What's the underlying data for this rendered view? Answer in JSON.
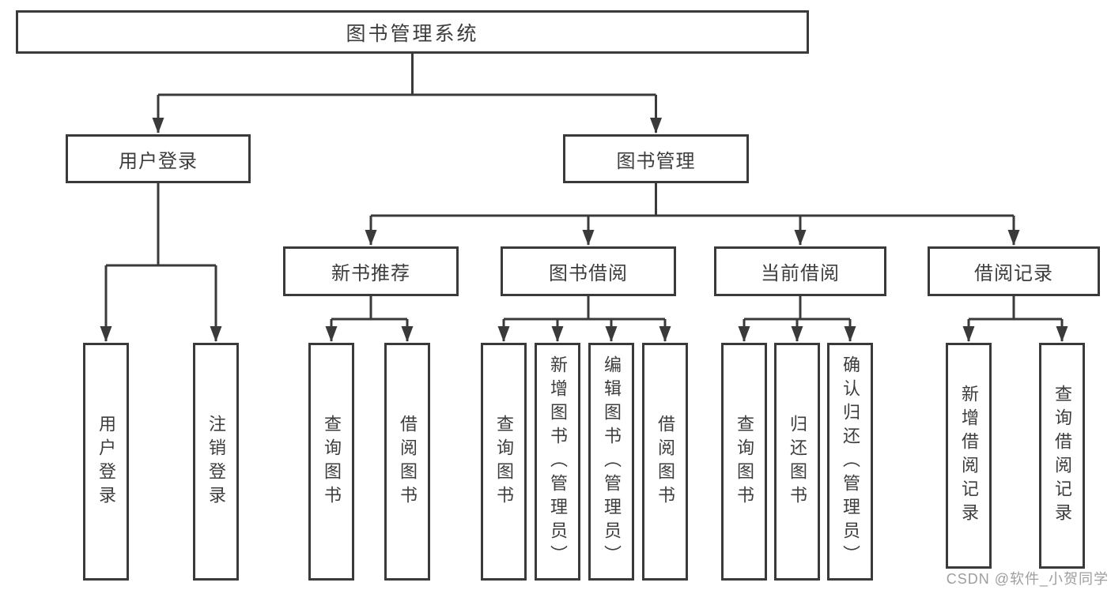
{
  "diagram_title": "图书管理系统",
  "style": {
    "line_color": "#3a3a3a",
    "box_border_color": "#3a3a3a",
    "box_background": "#ffffff",
    "text_color": "#3d3d3d",
    "watermark_color": "#9e9e9e",
    "page_background": "#ffffff"
  },
  "nodes": {
    "root": {
      "label": "图书管理系统"
    },
    "level2": [
      {
        "label": "用户登录",
        "parent": "图书管理系统"
      },
      {
        "label": "图书管理",
        "parent": "图书管理系统"
      }
    ],
    "level3": [
      {
        "label": "新书推荐",
        "parent": "图书管理"
      },
      {
        "label": "图书借阅",
        "parent": "图书管理"
      },
      {
        "label": "当前借阅",
        "parent": "图书管理"
      },
      {
        "label": "借阅记录",
        "parent": "图书管理"
      }
    ],
    "leaves": [
      {
        "label": "用户登录",
        "parent": "用户登录"
      },
      {
        "label": "注销登录",
        "parent": "用户登录"
      },
      {
        "label": "查询图书",
        "parent": "新书推荐"
      },
      {
        "label": "借阅图书",
        "parent": "新书推荐"
      },
      {
        "label": "查询图书",
        "parent": "图书借阅"
      },
      {
        "label": "新增图书（管理员）",
        "parent": "图书借阅"
      },
      {
        "label": "编辑图书（管理员）",
        "parent": "图书借阅"
      },
      {
        "label": "借阅图书",
        "parent": "图书借阅"
      },
      {
        "label": "查询图书",
        "parent": "当前借阅"
      },
      {
        "label": "归还图书",
        "parent": "当前借阅"
      },
      {
        "label": "确认归还（管理员）",
        "parent": "当前借阅"
      },
      {
        "label": "新增借阅记录",
        "parent": "借阅记录"
      },
      {
        "label": "查询借阅记录",
        "parent": "借阅记录"
      }
    ]
  },
  "watermark": {
    "text": "CSDN @软件_小贺同学"
  }
}
